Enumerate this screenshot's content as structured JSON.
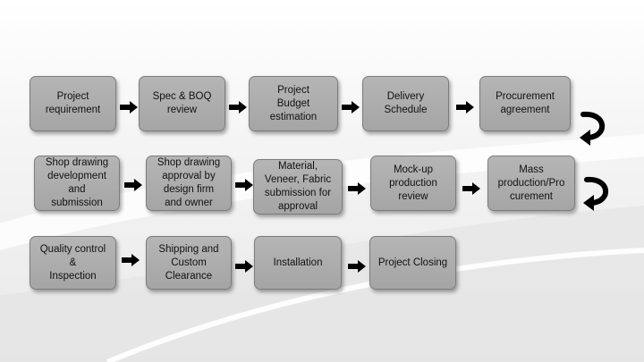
{
  "flow": {
    "row1": [
      {
        "label": "Project\nrequirement"
      },
      {
        "label": "Spec & BOQ\nreview"
      },
      {
        "label": "Project\nBudget\nestimation"
      },
      {
        "label": "Delivery\nSchedule"
      },
      {
        "label": "Procurement\nagreement"
      }
    ],
    "row2": [
      {
        "label": "Shop drawing\ndevelopment\nand\nsubmission"
      },
      {
        "label": "Shop drawing\napproval by\ndesign firm\nand owner"
      },
      {
        "label": "Material,\nVeneer, Fabric\nsubmission for\napproval"
      },
      {
        "label": "Mock-up\nproduction\nreview"
      },
      {
        "label": "Mass\nproduction/Pro\ncurement"
      }
    ],
    "row3": [
      {
        "label": "Quality control\n&\nInspection"
      },
      {
        "label": "Shipping and\nCustom\nClearance"
      },
      {
        "label": "Installation"
      },
      {
        "label": "Project Closing"
      }
    ]
  },
  "colors": {
    "box_fill": "#a9a9a9",
    "arrow": "#000000",
    "background": "#f2f2f2"
  },
  "icons": {
    "connector": "right-arrow-icon",
    "row_turn": "u-turn-arrow-icon"
  }
}
